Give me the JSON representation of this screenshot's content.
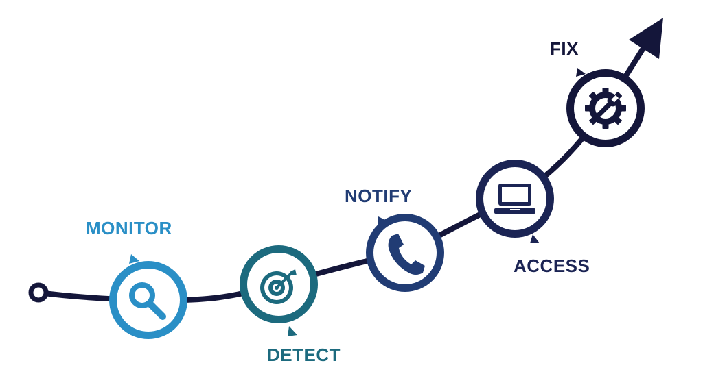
{
  "colors": {
    "background": "#ffffff",
    "path": "#14163a",
    "monitor": "#2a8fc6",
    "detect": "#1c6a7e",
    "notify": "#213c74",
    "access": "#1b2454",
    "fix": "#14163a",
    "label_dark": "#14163a"
  },
  "steps": [
    {
      "id": "monitor",
      "label": "MONITOR",
      "icon": "search-icon"
    },
    {
      "id": "detect",
      "label": "DETECT",
      "icon": "target-icon"
    },
    {
      "id": "notify",
      "label": "NOTIFY",
      "icon": "phone-icon"
    },
    {
      "id": "access",
      "label": "ACCESS",
      "icon": "laptop-icon"
    },
    {
      "id": "fix",
      "label": "FIX",
      "icon": "gear-wrench-icon"
    }
  ]
}
